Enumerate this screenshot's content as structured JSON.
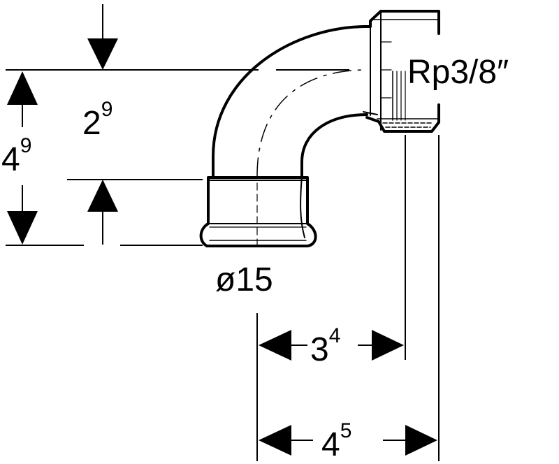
{
  "drawing": {
    "stroke_color": "#000000",
    "background": "#ffffff"
  },
  "labels": {
    "thread": "Rp3/8″",
    "diameter": "ø15",
    "dim_2_9": {
      "base": "2",
      "sup": "9"
    },
    "dim_4_9": {
      "base": "4",
      "sup": "9"
    },
    "dim_3_4": {
      "base": "3",
      "sup": "4"
    },
    "dim_4_5": {
      "base": "4",
      "sup": "5"
    }
  }
}
